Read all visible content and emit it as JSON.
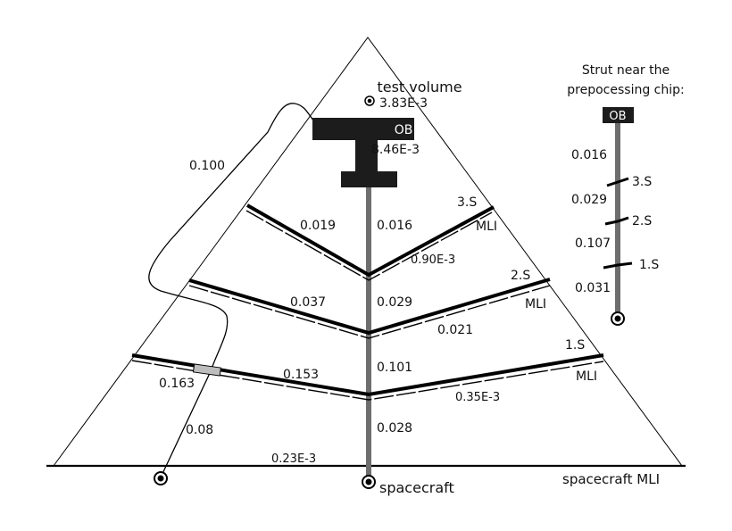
{
  "test_volume": {
    "label": "test volume",
    "value": "3.83E-3"
  },
  "ob": {
    "label": "OB",
    "value": "8.46E-3"
  },
  "shields": {
    "s3": {
      "label": "3.S",
      "mli": "MLI",
      "left": "0.019",
      "right": "0.90E-3"
    },
    "s2": {
      "label": "2.S",
      "mli": "MLI",
      "left": "0.037",
      "right": "0.021"
    },
    "s1": {
      "label": "1.S",
      "mli": "MLI",
      "left": "0.153",
      "right": "0.35E-3",
      "outer": "0.163"
    }
  },
  "strut": {
    "ob_s3": "0.016",
    "s3_s2": "0.029",
    "s2_s1": "0.101",
    "s1_sc": "0.028"
  },
  "harness": {
    "top": "0.100",
    "bottom": "0.08"
  },
  "spacecraft": {
    "label": "spacecraft",
    "mli_label": "spacecraft MLI",
    "base": "0.23E-3"
  },
  "inset": {
    "title_line1": "Strut near the",
    "title_line2": "prepocessing chip:",
    "ob": "OB",
    "v1": "0.016",
    "s3": "3.S",
    "v2": "0.029",
    "s2": "2.S",
    "v3": "0.107",
    "s1": "1.S",
    "v4": "0.031"
  },
  "colors": {
    "strut": "#6e6e6e",
    "ob": "#1c1c1c",
    "line": "#000000"
  }
}
